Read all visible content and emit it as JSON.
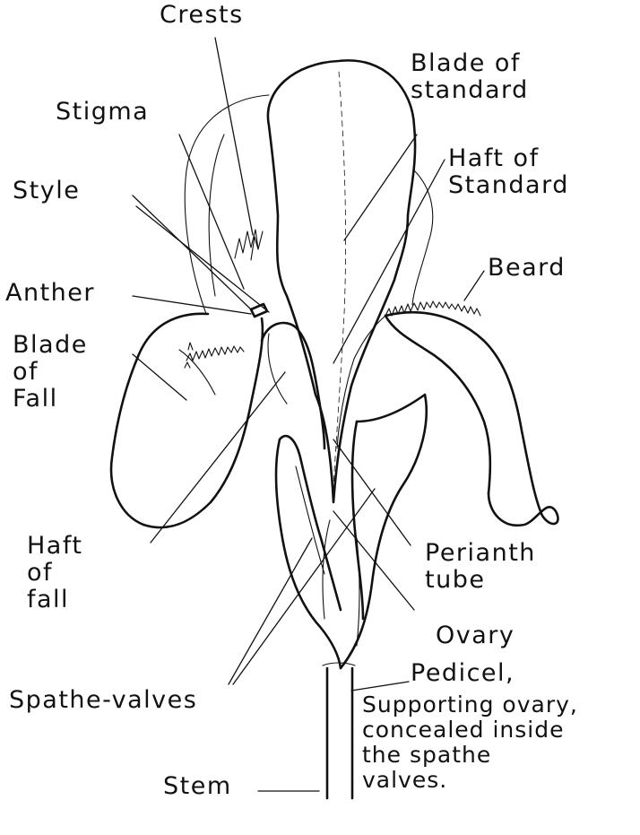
{
  "labels": {
    "crests": "Crests",
    "blade_of_standard": "Blade of\nstandard",
    "stigma": "Stigma",
    "haft_of_standard": "Haft of\nStandard",
    "style": "Style",
    "beard": "Beard",
    "anther": "Anther",
    "blade_of_fall": "Blade\nof\nFall",
    "haft_of_fall": "Haft\nof\nfall",
    "perianth_tube": "Perianth\ntube",
    "ovary": "Ovary",
    "spathe_valves": "Spathe-valves",
    "pedicel": "Pedicel,",
    "pedicel_note": "Supporting ovary,\nconcealed inside\nthe spathe\nvalves.",
    "stem": "Stem"
  }
}
